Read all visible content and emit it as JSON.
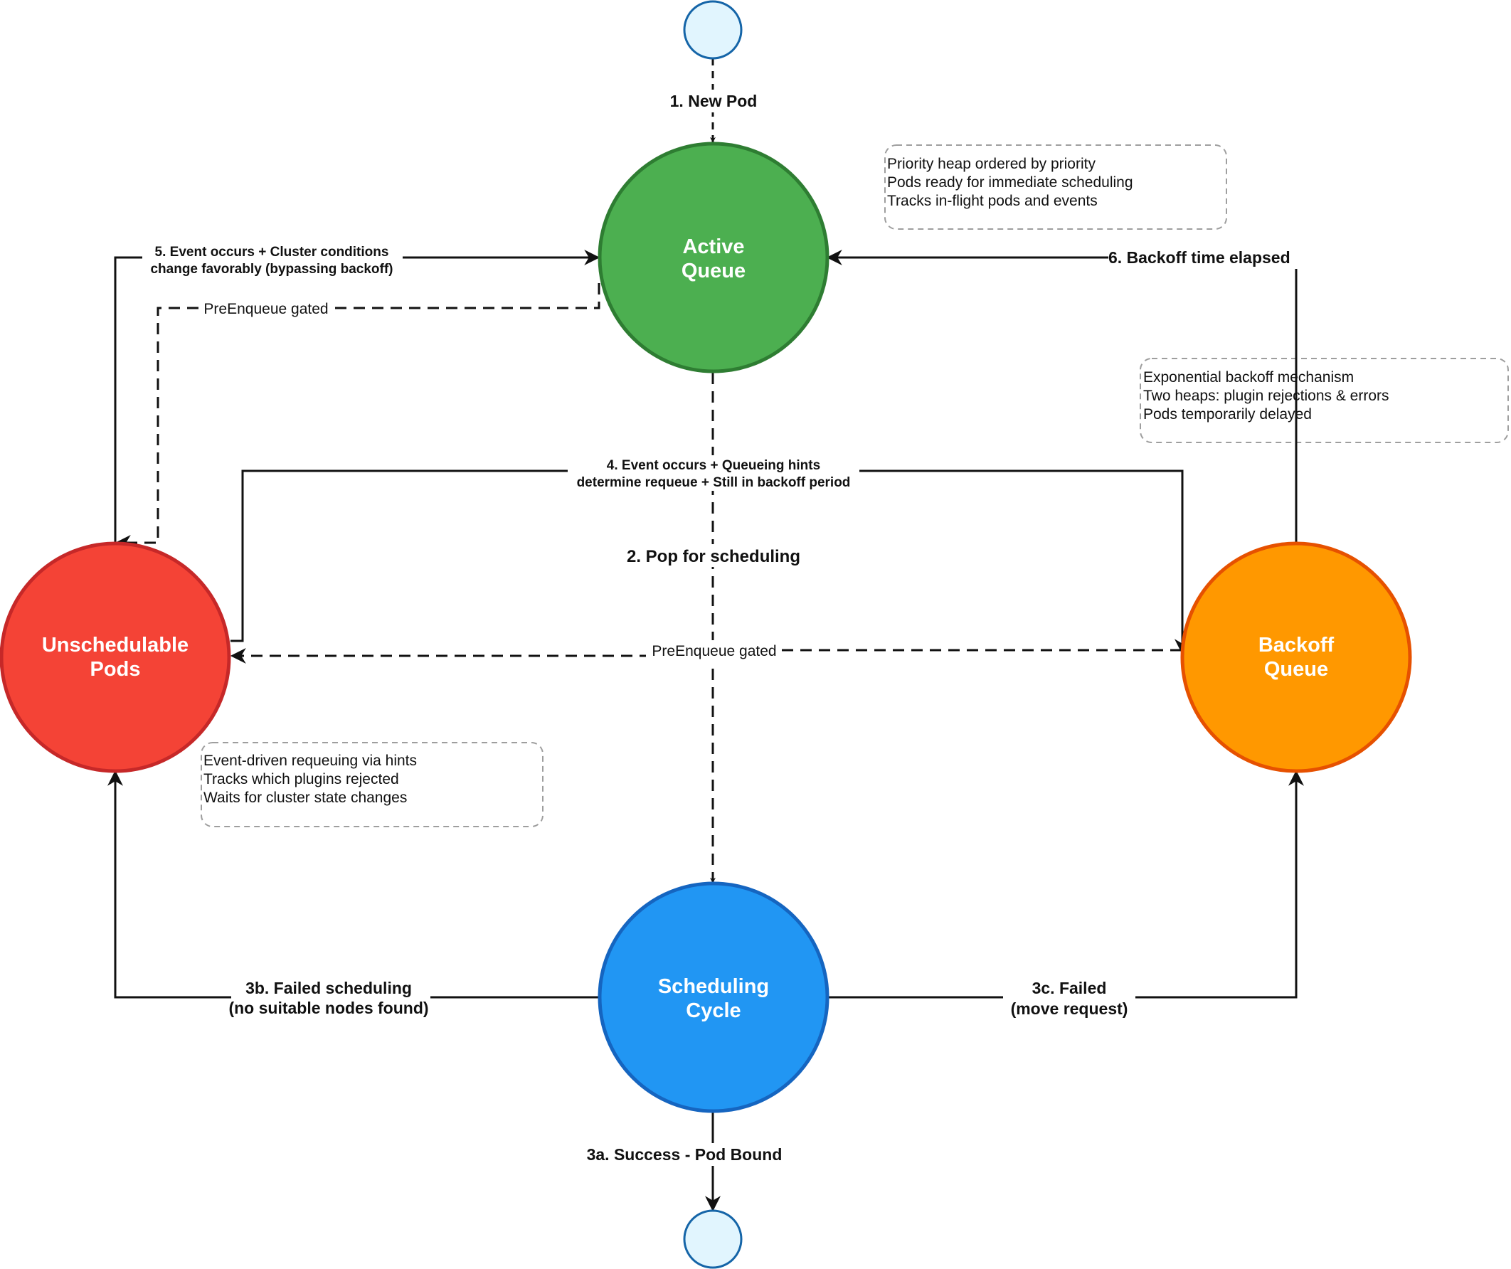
{
  "nodes": {
    "active": {
      "line1": "Active",
      "line2": "Queue",
      "fill": "#4CAF50",
      "stroke": "#2E7D32"
    },
    "unschedulable": {
      "line1": "Unschedulable",
      "line2": "Pods",
      "fill": "#F44336",
      "stroke": "#C62828"
    },
    "backoff": {
      "line1": "Backoff",
      "line2": "Queue",
      "fill": "#FF9800",
      "stroke": "#E65100"
    },
    "scheduling": {
      "line1": "Scheduling",
      "line2": "Cycle",
      "fill": "#2196F3",
      "stroke": "#1565C0"
    },
    "terminal": {
      "fill": "#E1F5FE",
      "stroke": "#1565A8"
    }
  },
  "edges": {
    "new_pod": "1. New Pod",
    "pop": "2. Pop for scheduling",
    "success": "3a. Success - Pod Bound",
    "failed_sched_1": "3b. Failed scheduling",
    "failed_sched_2": "(no suitable nodes found)",
    "failed_move_1": "3c. Failed",
    "failed_move_2": "(move request)",
    "requeue_1": "4. Event occurs + Queueing hints",
    "requeue_2": "determine requeue + Still in backoff period",
    "bypass_1": "5. Event occurs + Cluster conditions",
    "bypass_2": "change favorably (bypassing backoff)",
    "backoff_elapsed": "6. Backoff time elapsed",
    "gated_top": "PreEnqueue gated",
    "gated_mid": "PreEnqueue gated"
  },
  "notes": {
    "active": [
      "Priority heap ordered by priority",
      "Pods ready for immediate scheduling",
      "Tracks in-flight pods and events"
    ],
    "backoff": [
      "Exponential backoff mechanism",
      "Two heaps: plugin rejections & errors",
      "Pods temporarily delayed"
    ],
    "unschedulable": [
      "Event-driven requeuing via hints",
      "Tracks which plugins rejected",
      "Waits for cluster state changes"
    ]
  }
}
